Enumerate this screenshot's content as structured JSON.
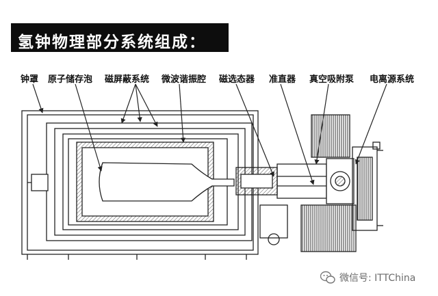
{
  "title": "氢钟物理部分系统组成：",
  "labels": {
    "bell_jar": "钟罩",
    "storage_bulb": "原子储存泡",
    "magnetic_shield": "磁屏蔽系统",
    "microwave_cavity": "微波谐振腔",
    "state_selector": "磁选态器",
    "collimator": "准直器",
    "vacuum_pump": "真空吸附泵",
    "ionization_source": "电离源系统"
  },
  "watermark": "微信号: ITTChina",
  "colors": {
    "title_bg": "#0d0d0d",
    "title_fg": "#ffffff",
    "line": "#222222",
    "hatch": "#555555"
  }
}
